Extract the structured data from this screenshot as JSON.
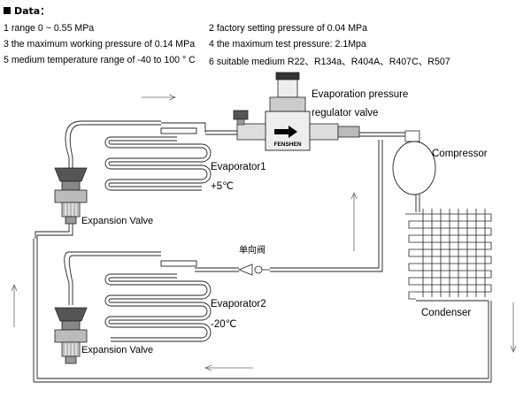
{
  "header": {
    "title": "Data："
  },
  "specs": [
    {
      "left": "1 range 0 ~ 0.55 MPa",
      "right": "2 factory setting pressure of 0.04 MPa"
    },
    {
      "left": "3 the maximum working pressure of 0.14 MPa",
      "right": "4 the maximum test pressure: 2.1Mpa"
    },
    {
      "left": "5 medium temperature range of -40 to 100 ° C",
      "right": "6 suitable medium R22、R134a、R404A、R407C、R507"
    }
  ],
  "labels": {
    "regulator_line1": "Evaporation pressure",
    "regulator_line2": "regulator valve",
    "brand": "FENSHEN",
    "compressor": "Compressor",
    "condenser": "Condenser",
    "evaporator1": "Evaporator1",
    "evaporator1_temp": "+5℃",
    "evaporator2": "Evaporator2",
    "evaporator2_temp": "-20℃",
    "expansion_valve_1": "Expansion Valve",
    "expansion_valve_2": "Expansion Valve",
    "check_valve": "单向阀"
  }
}
